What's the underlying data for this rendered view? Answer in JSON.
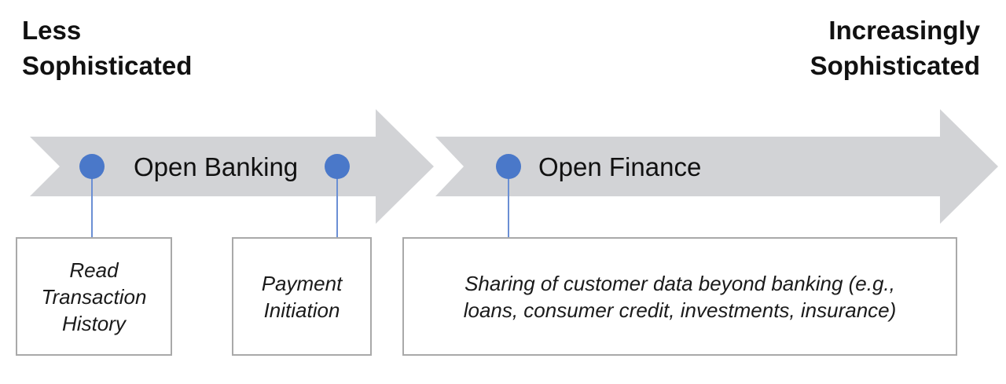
{
  "scale": {
    "left": "Less\nSophisticated",
    "right": "Increasingly\nSophisticated"
  },
  "arrows": [
    {
      "label": "Open Banking"
    },
    {
      "label": "Open Finance"
    }
  ],
  "boxes": [
    {
      "lines": [
        "Read",
        "Transaction",
        "History"
      ]
    },
    {
      "lines": [
        "Payment",
        "Initiation"
      ]
    },
    {
      "lines": [
        "Sharing of customer data beyond banking (e.g.,",
        "loans, consumer credit, investments, insurance)"
      ]
    }
  ],
  "colors": {
    "arrow": "#d2d3d6",
    "dot": "#4a78c9",
    "connector": "#6b8fd4",
    "box_border": "#a9a9a9",
    "text": "#1a1a1a"
  }
}
